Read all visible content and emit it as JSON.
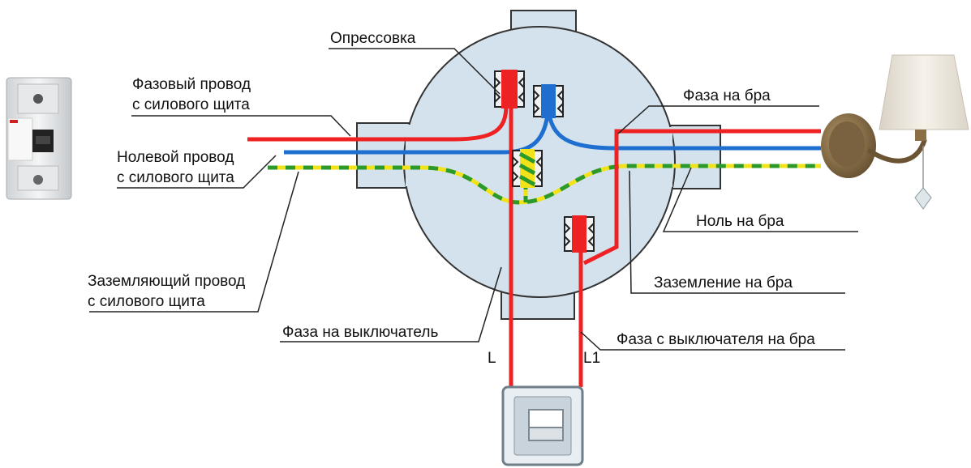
{
  "labels": {
    "crimping": "Опрессовка",
    "phase_in_1": "Фазовый провод",
    "phase_in_2": "с силового щита",
    "neutral_in_1": "Нолевой провод",
    "neutral_in_2": "с силового щита",
    "ground_in_1": "Заземляющий провод",
    "ground_in_2": "с силового щита",
    "phase_to_switch": "Фаза на выключатель",
    "phase_to_sconce": "Фаза на бра",
    "neutral_to_sconce": "Ноль на бра",
    "ground_to_sconce": "Заземление на бра",
    "phase_from_switch": "Фаза с выключателя на бра",
    "wire_l": "L",
    "wire_l1": "L1"
  },
  "colors": {
    "phase": "#ee2222",
    "neutral": "#1f6fd1",
    "ground_green": "#2b9a2b",
    "ground_yellow": "#f2e21a",
    "box_fill": "#d3e2ec",
    "box_stroke": "#333333"
  },
  "icons": {
    "breaker": "circuit-breaker-icon",
    "lamp": "wall-sconce-icon",
    "switch": "light-switch-icon"
  }
}
